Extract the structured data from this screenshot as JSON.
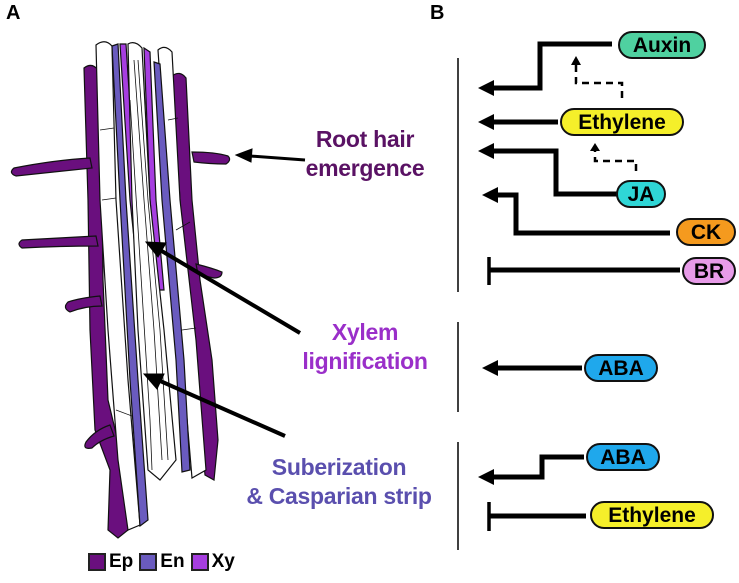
{
  "panels": {
    "a": {
      "label": "A",
      "legend": [
        {
          "label": "Ep",
          "color": "#6a0f7e"
        },
        {
          "label": "En",
          "color": "#6a5bbf"
        },
        {
          "label": "Xy",
          "color": "#a63ee0"
        }
      ]
    },
    "b": {
      "label": "B"
    }
  },
  "processes": [
    {
      "line1": "Root hair",
      "line2": "emergence",
      "color": "#5a1264"
    },
    {
      "line1": "Xylem",
      "line2": "lignification",
      "color": "#9a2fc9"
    },
    {
      "line1": "Suberization",
      "line2": "& Casparian strip",
      "color": "#5a4fae"
    }
  ],
  "hormones": {
    "root_hair": [
      {
        "name": "Auxin",
        "color": "#4fd1a0",
        "effect": "promotes"
      },
      {
        "name": "Ethylene",
        "color": "#f5ef2a",
        "effect": "promotes"
      },
      {
        "name": "JA",
        "color": "#2fd6d6",
        "effect": "promotes"
      },
      {
        "name": "CK",
        "color": "#f59a1e",
        "effect": "promotes"
      },
      {
        "name": "BR",
        "color": "#e79be8",
        "effect": "inhibits"
      }
    ],
    "xylem": [
      {
        "name": "ABA",
        "color": "#1fa8ec",
        "effect": "promotes"
      }
    ],
    "suberization": [
      {
        "name": "ABA",
        "color": "#1fa8ec",
        "effect": "promotes"
      },
      {
        "name": "Ethylene",
        "color": "#f5ef2a",
        "effect": "inhibits"
      }
    ]
  },
  "crosstalk": [
    {
      "from": "Ethylene",
      "to": "Auxin",
      "style": "dashed"
    },
    {
      "from": "JA",
      "to": "Ethylene",
      "style": "dashed"
    }
  ]
}
